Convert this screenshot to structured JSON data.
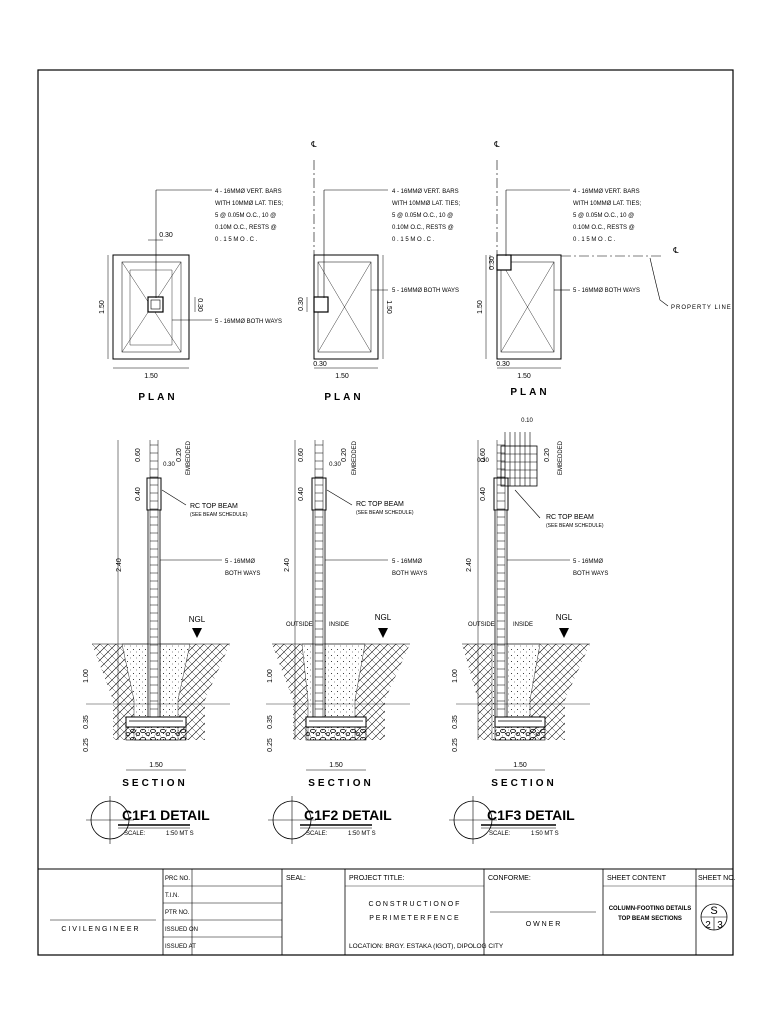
{
  "notes": {
    "vert_bars": [
      "4 - 16MMØ VERT. BARS",
      "WITH 10MMØ LAT. TIES;",
      "5 @ 0.05M O.C., 10 @",
      "0.10M O.C., RESTS @",
      "0 . 1 5 M   O . C ."
    ],
    "both_ways_plan": "5 - 16MMØ  BOTH WAYS",
    "rc_top_beam": "RC TOP BEAM",
    "see_beam_schedule": "(SEE BEAM SCHEDULE)",
    "both_ways_section": [
      "5 - 16MMØ",
      "BOTH WAYS"
    ],
    "ngl": "NGL",
    "outside": "OUTSIDE",
    "inside": "INSIDE",
    "property_line": "PROPERTY LINE",
    "centerline": "℄"
  },
  "dims": {
    "d030": "0.30",
    "d150": "1.50",
    "d010": "0.10",
    "d060": "0.60",
    "d040": "0.40",
    "d020": "0.20",
    "d240": "2.40",
    "d100": "1.00",
    "d035": "0.35",
    "d025": "0.25",
    "embedded": "EMBEDDED"
  },
  "labels": {
    "plan": "PLAN",
    "section": "SECTION"
  },
  "details": [
    {
      "title": "C1F1 DETAIL",
      "scale_label": "SCALE:",
      "scale_value": "1:50 MT S"
    },
    {
      "title": "C1F2 DETAIL",
      "scale_label": "SCALE:",
      "scale_value": "1:50 MT S"
    },
    {
      "title": "C1F3 DETAIL",
      "scale_label": "SCALE:",
      "scale_value": "1:50 MT S"
    }
  ],
  "title_block": {
    "civil_engineer": "C I V I L   E N G I N E E R",
    "prc_no": "PRC NO.",
    "tin": "T.I.N.",
    "ptr_no": "PTR NO.",
    "issued_on": "ISSUED ON",
    "issued_at": "ISSUED AT",
    "seal": "SEAL:",
    "project_title_label": "PROJECT TITLE:",
    "project_title_line1": "C O N S T R U C T I O N   O F",
    "project_title_line2": "P E R I M E T E R   F E N C E",
    "location": "LOCATION: BRGY. ESTAKA (IGOT), DIPOLOG CITY",
    "conforme": "CONFORME:",
    "owner": "O   W   N   E   R",
    "sheet_content_label": "SHEET CONTENT",
    "sheet_content_line1": "COLUMN-FOOTING DETAILS",
    "sheet_content_line2": "TOP BEAM SECTIONS",
    "sheet_no_label": "SHEET NO.",
    "sheet_letter": "S",
    "sheet_num": "2",
    "sheet_total": "3"
  }
}
